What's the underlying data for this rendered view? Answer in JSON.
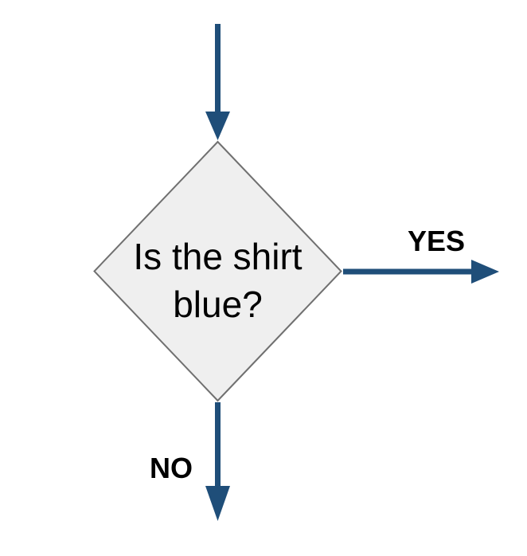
{
  "colors": {
    "arrow": "#1f4e79",
    "diamond_fill": "#efefef",
    "diamond_border": "#707070",
    "text": "#000000",
    "background": "#ffffff"
  },
  "decision": {
    "label": "Is the shirt blue?",
    "lines": [
      "Is the shirt",
      "blue?"
    ]
  },
  "edges": {
    "yes": {
      "label": "YES",
      "direction": "right"
    },
    "no": {
      "label": "NO",
      "direction": "down"
    },
    "incoming": {
      "direction": "down"
    }
  }
}
